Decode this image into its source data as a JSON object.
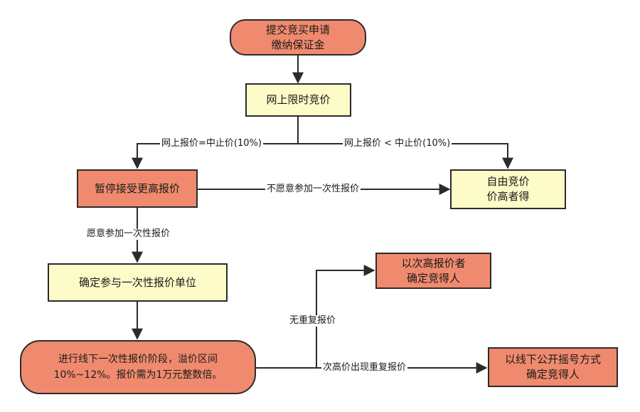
{
  "nodes": {
    "submit": "提交竞买申请\n缴纳保证金",
    "online_bid": "网上限时竞价",
    "pause": "暂停接受更高报价",
    "free_bid": "自由竞价\n价高者得",
    "confirm_units": "确定参与一次性报价单位",
    "offline_stage": "进行线下一次性报价阶段，溢价区间\n10%~12%。报价需为1万元整数倍。",
    "second_highest": "以次高报价者\n确定竞得人",
    "lottery": "以线下公开摇号方式\n确定竞得人"
  },
  "edges": {
    "eq_cap": "网上报价=中止价(10%)",
    "lt_cap": "网上报价 < 中止价(10%)",
    "unwilling": "不愿意参加一次性报价",
    "willing": "愿意参加一次性报价",
    "no_repeat": "无重复报价",
    "repeat": "次高价出现重复报价"
  }
}
